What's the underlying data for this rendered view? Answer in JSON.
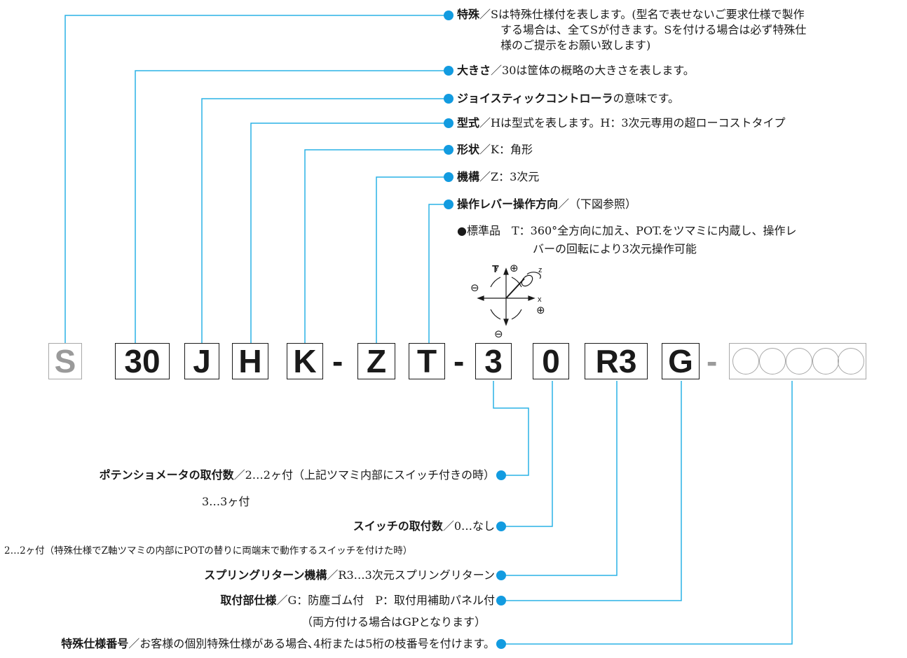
{
  "colors": {
    "leader": "#2ab2e6",
    "dot": "#129be0",
    "box_border": "#1a1a1a",
    "grey": "#9a9a9a"
  },
  "codes": [
    "S",
    "30",
    "J",
    "H",
    "K",
    "-",
    "Z",
    "T",
    "-",
    "3",
    "0",
    "R3",
    "G",
    "-"
  ],
  "top_notes": [
    {
      "title": "特殊",
      "text": "／Sは特殊仕様付を表します。(型名で表せないご要求仕様で製作",
      "cont1": "する場合は、全てSが付きます。Sを付ける場合は必ず特殊仕",
      "cont2": "様のご提示をお願い致します)"
    },
    {
      "title": "大きさ",
      "text": "／30は筐体の概略の大きさを表します。"
    },
    {
      "title": "ジョイスティックコントローラ",
      "text": "の意味です。"
    },
    {
      "title": "型式",
      "text": "／Hは型式を表します。H：3次元専用の超ローコストタイプ"
    },
    {
      "title": "形状",
      "text": "／K：角形"
    },
    {
      "title": "機構",
      "text": "／Z：3次元"
    },
    {
      "title": "操作レバー操作方向",
      "text": "／（下図参照）"
    }
  ],
  "standard": {
    "line1": "●標準品　T：360°全方向に加え、POT.をツマミに内蔵し、操作レ",
    "line2": "バーの回転により3次元操作可能"
  },
  "fig": {
    "T": "T",
    "Y": "Y",
    "Z": "z",
    "X": "x",
    "plus1": "⊕",
    "plus2": "⊕",
    "minus1": "⊖",
    "minus2": "⊖"
  },
  "bottom_notes": [
    {
      "title": "ポテンショメータの取付数",
      "text": "／2…2ヶ付（上記ツマミ内部にスイッチ付きの時）",
      "sub": "3…3ヶ付"
    },
    {
      "title": "スイッチの取付数",
      "text": "／0…なし",
      "sub": "2…2ヶ付（特殊仕様でZ軸ツマミの内部にPOTの替りに両端末で動作するスイッチを付けた時）"
    },
    {
      "title": "スプリングリターン機構",
      "text": "／R3…3次元スプリングリターン"
    },
    {
      "title": "取付部仕様",
      "text": "／G：防塵ゴム付　P：取付用補助パネル付",
      "sub": "（両方付ける場合はGPとなります）"
    },
    {
      "title": "特殊仕様番号",
      "text": "／お客様の個別特殊仕様がある場合､4桁または5桁の枝番号を付けます。"
    }
  ]
}
